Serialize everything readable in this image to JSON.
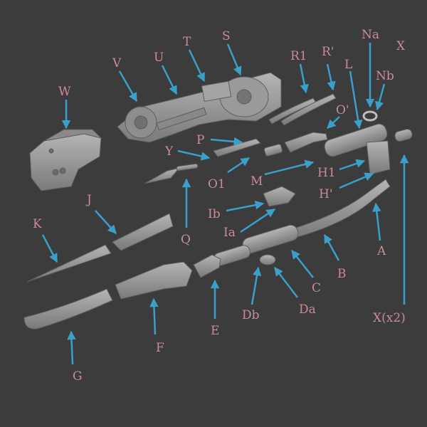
{
  "colors": {
    "background": "#3c3c3c",
    "label": "#c98a99",
    "arrow": "#3a9fc9",
    "part": "#9c9c9c",
    "part_shadow": "#6e6e6e"
  },
  "labels": {
    "W": "W",
    "V": "V",
    "U": "U",
    "T": "T",
    "S": "S",
    "R1": "R1",
    "R_prime": "R'",
    "Na": "Na",
    "X": "X",
    "L": "L",
    "Nb": "Nb",
    "O_prime": "O'",
    "P": "P",
    "Y": "Y",
    "H1": "H1",
    "H_prime": "H'",
    "O1": "O1",
    "M": "M",
    "Ib": "Ib",
    "Ia": "Ia",
    "J": "J",
    "K": "K",
    "Q": "Q",
    "A": "A",
    "B": "B",
    "C": "C",
    "Db": "Db",
    "Da": "Da",
    "E": "E",
    "F": "F",
    "G": "G",
    "X_x2": "X(x2)"
  }
}
